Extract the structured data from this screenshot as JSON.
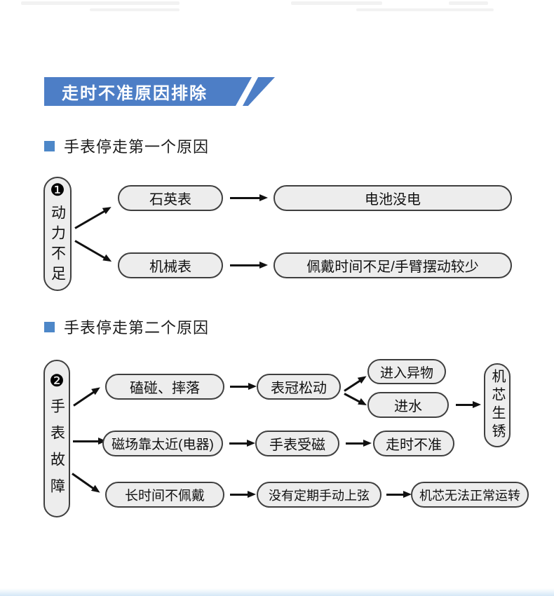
{
  "banner": {
    "title": "走时不准原因排除"
  },
  "section1": {
    "heading": "手表停走第一个原因",
    "root": {
      "badge": "❶",
      "label": "动力不足"
    },
    "rows": [
      {
        "cause": "石英表",
        "effect": "电池没电"
      },
      {
        "cause": "机械表",
        "effect": "佩戴时间不足/手臂摆动较少"
      }
    ]
  },
  "section2": {
    "heading": "手表停走第二个原因",
    "root": {
      "badge": "❷",
      "label": "手表故障"
    },
    "row1": {
      "step1": "磕碰、摔落",
      "step2": "表冠松动",
      "branch_top": "进入异物",
      "branch_bottom": "进水",
      "result": "机芯生锈"
    },
    "row2": {
      "step1": "磁场靠太近(电器)",
      "step2": "手表受磁",
      "step3": "走时不准"
    },
    "row3": {
      "step1": "长时间不佩戴",
      "step2": "没有定期手动上弦",
      "step3": "机芯无法正常运转"
    }
  },
  "icons": {
    "arrow": "→",
    "bullet": "square"
  },
  "colors": {
    "banner_blue": "#4d7ec6",
    "bullet_blue": "#4d87c8",
    "node_fill": "#ededed",
    "node_border": "#3f3f3f",
    "arrow_black": "#111111"
  }
}
